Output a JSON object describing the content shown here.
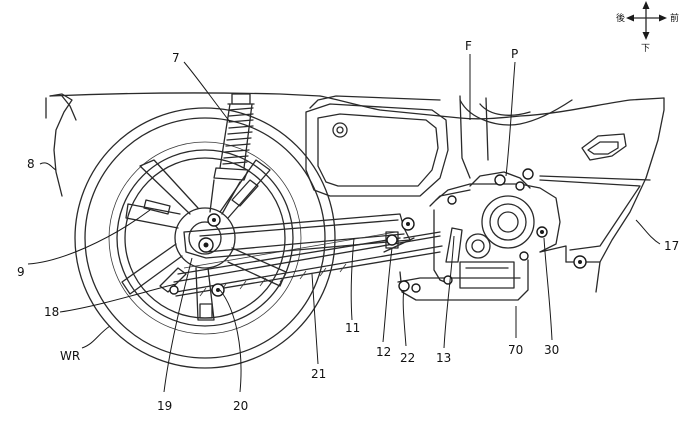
{
  "direction": {
    "rear": "後",
    "front": "前",
    "down": "下"
  },
  "labels": {
    "l7": "7",
    "lF": "F",
    "lP": "P",
    "l8": "8",
    "l9": "9",
    "l18": "18",
    "lWR": "WR",
    "l19": "19",
    "l20": "20",
    "l21": "21",
    "l11": "11",
    "l12": "12",
    "l22": "22",
    "l13": "13",
    "l70": "70",
    "l30": "30",
    "l17": "17"
  }
}
